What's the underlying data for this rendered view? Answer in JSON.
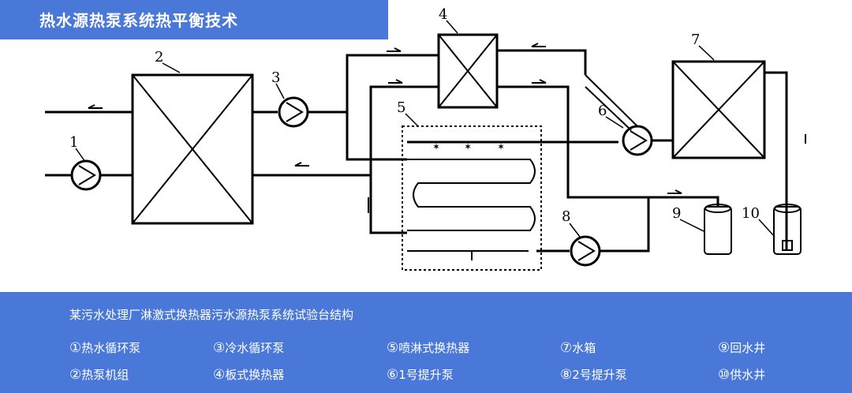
{
  "title": "热水源热泵系统热平衡技术",
  "diagram": {
    "numbers": [
      "1",
      "2",
      "3",
      "4",
      "5",
      "6",
      "7",
      "8",
      "9",
      "10"
    ]
  },
  "caption": "某污水处理厂淋激式换热器污水源热泵系统试验台结构",
  "legend": [
    {
      "marker": "①",
      "text": "热水循环泵"
    },
    {
      "marker": "②",
      "text": "热泵机组"
    },
    {
      "marker": "③",
      "text": "冷水循环泵"
    },
    {
      "marker": "④",
      "text": "板式换热器"
    },
    {
      "marker": "⑤",
      "text": "喷淋式换热器"
    },
    {
      "marker": "⑥",
      "text": "1号提升泵"
    },
    {
      "marker": "⑦",
      "text": "水箱"
    },
    {
      "marker": "⑧",
      "text": "2号提升泵"
    },
    {
      "marker": "⑨",
      "text": "回水井"
    },
    {
      "marker": "⑩",
      "text": "供水井"
    }
  ]
}
